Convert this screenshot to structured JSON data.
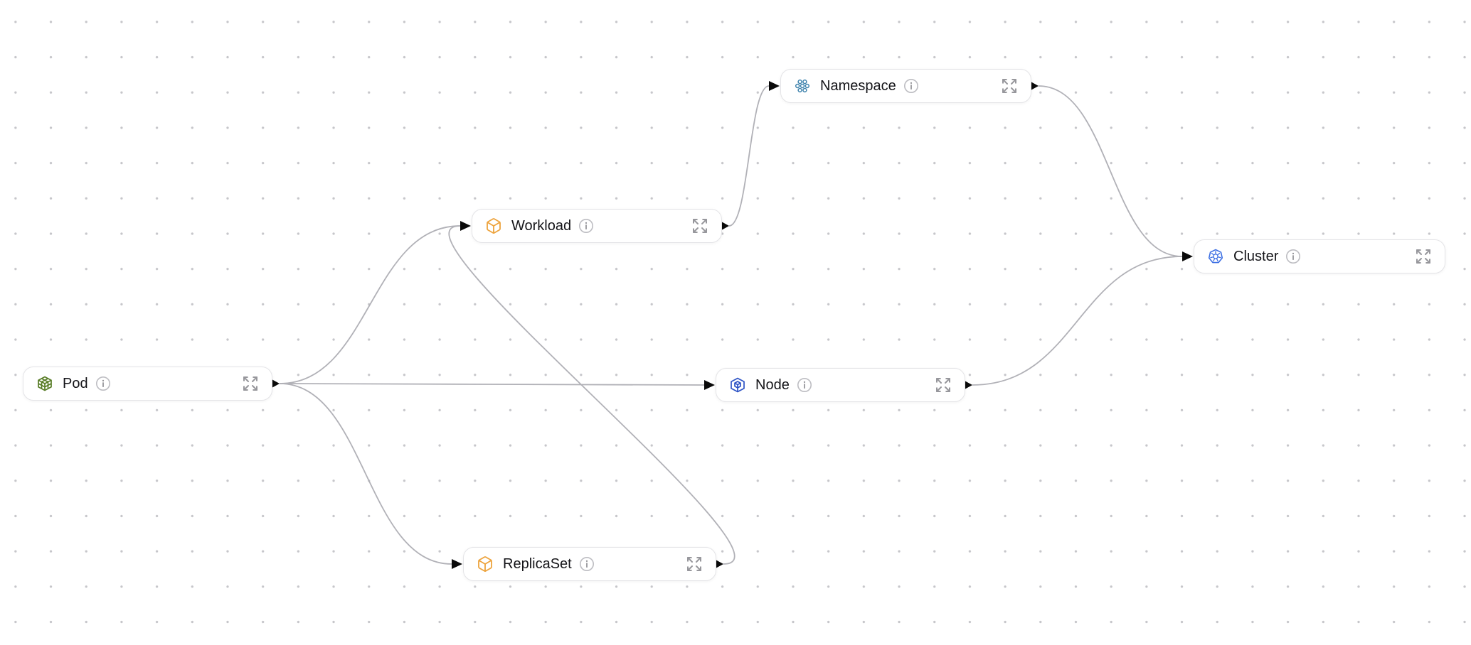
{
  "canvas": {
    "background": "#ffffff",
    "dot_color": "#c6c6ca",
    "edge_color": "#b1b1b7",
    "arrow_color": "#0a0a0a",
    "node_border_color": "#e4e4e7",
    "label_color": "#141418"
  },
  "nodes": [
    {
      "id": "pod",
      "label": "Pod",
      "icon": "pod-icon",
      "icon_color": "#587c26"
    },
    {
      "id": "workload",
      "label": "Workload",
      "icon": "box-icon",
      "icon_color": "#eda33c"
    },
    {
      "id": "replicaset",
      "label": "ReplicaSet",
      "icon": "box-icon",
      "icon_color": "#eda33c"
    },
    {
      "id": "node",
      "label": "Node",
      "icon": "node-cube-icon",
      "icon_color": "#2d53c5"
    },
    {
      "id": "namespace",
      "label": "Namespace",
      "icon": "namespace-circles-icon",
      "icon_color": "#3f83ad"
    },
    {
      "id": "cluster",
      "label": "Cluster",
      "icon": "kubernetes-wheel-icon",
      "icon_color": "#3c6fe3"
    }
  ],
  "edges": [
    {
      "from": "pod",
      "to": "workload"
    },
    {
      "from": "pod",
      "to": "node"
    },
    {
      "from": "pod",
      "to": "replicaset"
    },
    {
      "from": "replicaset",
      "to": "workload"
    },
    {
      "from": "workload",
      "to": "namespace"
    },
    {
      "from": "namespace",
      "to": "cluster"
    },
    {
      "from": "node",
      "to": "cluster"
    }
  ]
}
